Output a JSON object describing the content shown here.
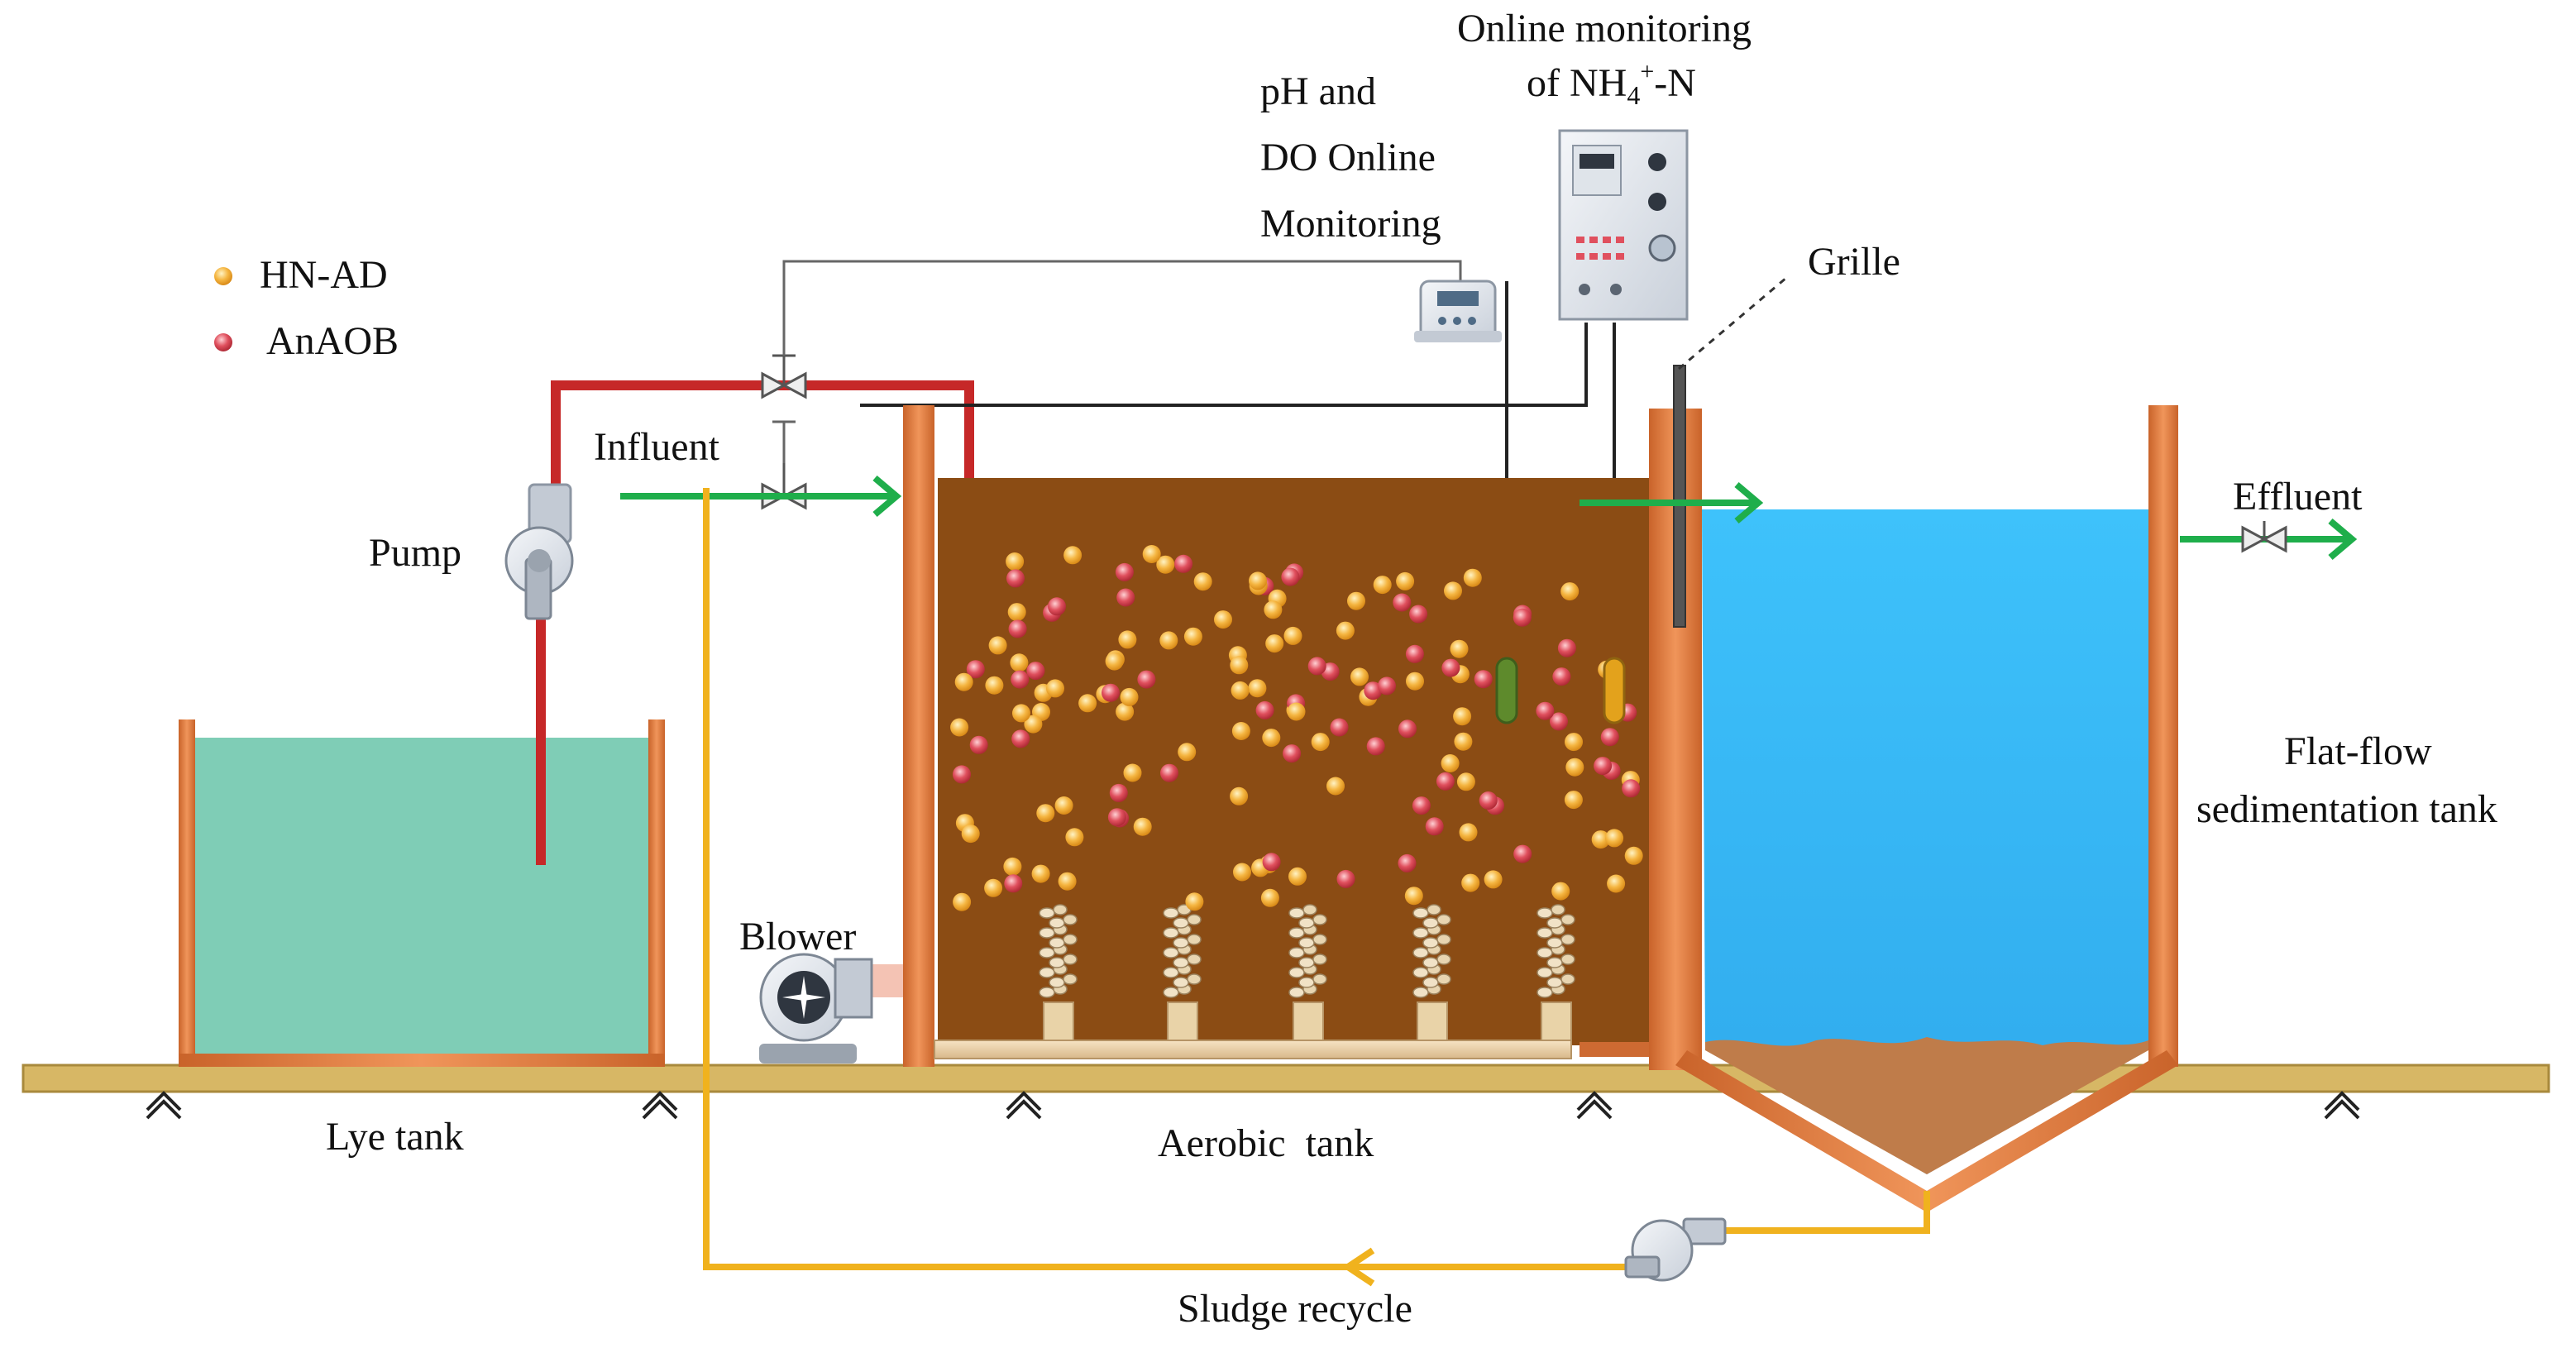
{
  "labels": {
    "legend_hnad": "HN-AD",
    "legend_anaob": "AnAOB",
    "pump": "Pump",
    "influent": "Influent",
    "blower": "Blower",
    "lye_tank": "Lye tank",
    "aerobic_tank": "Aerobic  tank",
    "sludge_recycle": "Sludge recycle",
    "ph_do_line1": "pH and",
    "ph_do_line2": "DO Online",
    "ph_do_line3": "Monitoring",
    "nh4_line1": "Online monitoring",
    "nh4_line2_prefix": "of NH",
    "nh4_sub": "4",
    "nh4_sup": "+",
    "nh4_suffix": "-N",
    "grille": "Grille",
    "effluent": "Effluent",
    "flatflow_line1": "Flat-flow",
    "flatflow_line2": "sedimentation tank"
  },
  "colors": {
    "hnad_particle": "#f5b642",
    "anaob_particle": "#e0505e",
    "lye_water": "#7fcdb6",
    "aerobic_sludge": "#8b4c14",
    "sedimentation_water": "#3dbaf4",
    "tank_wall": "#d9733a",
    "influent_pipe": "#c62828",
    "flow_arrow": "#1fae4b",
    "recycle_pipe": "#f0b21e",
    "ground": "#d7b765"
  }
}
